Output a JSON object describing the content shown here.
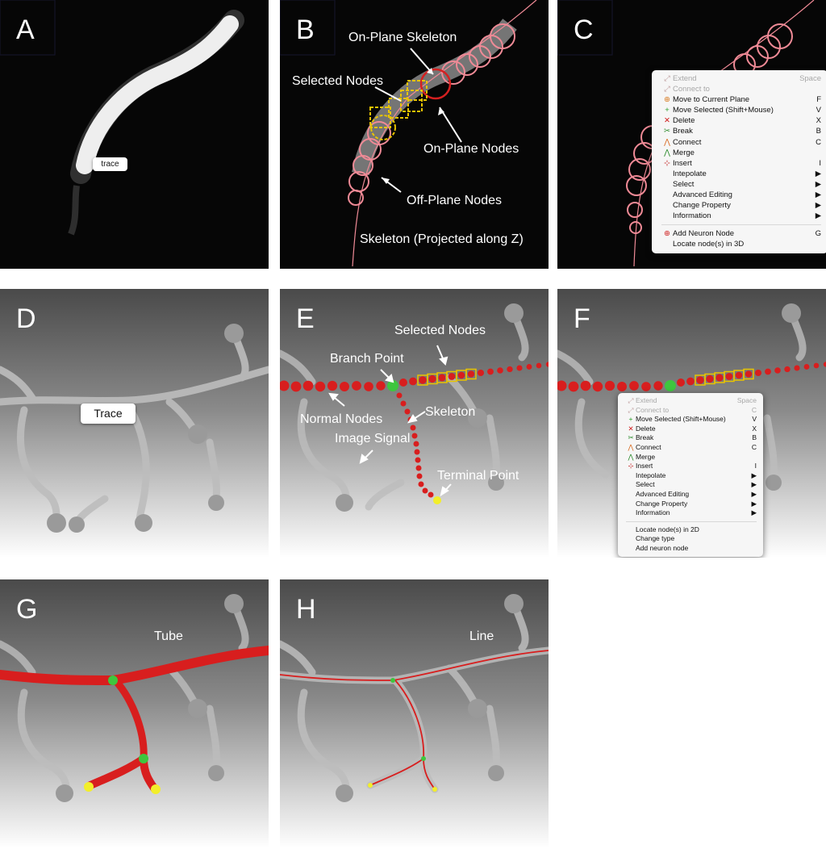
{
  "panels": {
    "A": {
      "label": "A",
      "trace_button": "trace"
    },
    "B": {
      "label": "B",
      "annotations": {
        "on_plane_skeleton": "On-Plane Skeleton",
        "selected_nodes": "Selected Nodes",
        "on_plane_nodes": "On-Plane Nodes",
        "off_plane_nodes": "Off-Plane Nodes",
        "skeleton_projected": "Skeleton (Projected along Z)"
      }
    },
    "C": {
      "label": "C",
      "menu": [
        {
          "label": "Extend",
          "shortcut": "Space",
          "icon": "extend-icon",
          "disabled": true
        },
        {
          "label": "Connect to",
          "shortcut": "",
          "icon": "connect-to-icon",
          "disabled": true
        },
        {
          "label": "Move to Current Plane",
          "shortcut": "F",
          "icon": "move-plane-icon"
        },
        {
          "label": "Move Selected (Shift+Mouse)",
          "shortcut": "V",
          "icon": "move-selected-icon"
        },
        {
          "label": "Delete",
          "shortcut": "X",
          "icon": "delete-icon"
        },
        {
          "label": "Break",
          "shortcut": "B",
          "icon": "break-icon"
        },
        {
          "label": "Connect",
          "shortcut": "C",
          "icon": "connect-icon"
        },
        {
          "label": "Merge",
          "shortcut": "",
          "icon": "merge-icon"
        },
        {
          "label": "Insert",
          "shortcut": "I",
          "icon": "insert-icon"
        },
        {
          "label": "Intepolate",
          "shortcut": "▶",
          "icon": ""
        },
        {
          "label": "Select",
          "shortcut": "▶",
          "icon": ""
        },
        {
          "label": "Advanced Editing",
          "shortcut": "▶",
          "icon": ""
        },
        {
          "label": "Change Property",
          "shortcut": "▶",
          "icon": ""
        },
        {
          "label": "Information",
          "shortcut": "▶",
          "icon": ""
        },
        {
          "separator": true
        },
        {
          "label": "Add Neuron Node",
          "shortcut": "G",
          "icon": "add-neuron-icon"
        },
        {
          "label": "Locate node(s) in 3D",
          "shortcut": "",
          "icon": ""
        }
      ]
    },
    "D": {
      "label": "D",
      "trace_button": "Trace"
    },
    "E": {
      "label": "E",
      "annotations": {
        "selected_nodes": "Selected Nodes",
        "branch_point": "Branch Point",
        "normal_nodes": "Normal Nodes",
        "skeleton": "Skeleton",
        "image_signal": "Image Signal",
        "terminal_point": "Terminal Point"
      }
    },
    "F": {
      "label": "F",
      "menu": [
        {
          "label": "Extend",
          "shortcut": "Space",
          "icon": "extend-icon",
          "disabled": true
        },
        {
          "label": "Connect to",
          "shortcut": "C",
          "icon": "connect-to-icon",
          "disabled": true
        },
        {
          "label": "Move Selected (Shift+Mouse)",
          "shortcut": "V",
          "icon": "move-selected-icon"
        },
        {
          "label": "Delete",
          "shortcut": "X",
          "icon": "delete-icon"
        },
        {
          "label": "Break",
          "shortcut": "B",
          "icon": "break-icon"
        },
        {
          "label": "Connect",
          "shortcut": "C",
          "icon": "connect-icon"
        },
        {
          "label": "Merge",
          "shortcut": "",
          "icon": "merge-icon"
        },
        {
          "label": "Insert",
          "shortcut": "I",
          "icon": "insert-icon"
        },
        {
          "label": "Intepolate",
          "shortcut": "▶",
          "icon": ""
        },
        {
          "label": "Select",
          "shortcut": "▶",
          "icon": ""
        },
        {
          "label": "Advanced Editing",
          "shortcut": "▶",
          "icon": ""
        },
        {
          "label": "Change Property",
          "shortcut": "▶",
          "icon": ""
        },
        {
          "label": "Information",
          "shortcut": "▶",
          "icon": ""
        },
        {
          "separator": true
        },
        {
          "label": "Locate node(s) in 2D",
          "shortcut": "",
          "icon": ""
        },
        {
          "label": "Change type",
          "shortcut": "",
          "icon": ""
        },
        {
          "label": "Add neuron node",
          "shortcut": "",
          "icon": ""
        }
      ]
    },
    "G": {
      "label": "G",
      "annotation": "Tube"
    },
    "H": {
      "label": "H",
      "annotation": "Line"
    }
  },
  "icons": {
    "extend-icon": "⤢",
    "connect-to-icon": "⤢",
    "move-plane-icon": "⊕",
    "move-selected-icon": "+",
    "delete-icon": "✕",
    "break-icon": "✂",
    "connect-icon": "⋀",
    "merge-icon": "⋀",
    "insert-icon": "⊹",
    "add-neuron-icon": "⊕"
  },
  "colors": {
    "node_red": "#d81e1e",
    "branch_green": "#3ec63e",
    "terminal_yellow": "#f2ee2a",
    "selection_yellow": "#e8c400",
    "skeleton_pink": "#ef8a96"
  }
}
